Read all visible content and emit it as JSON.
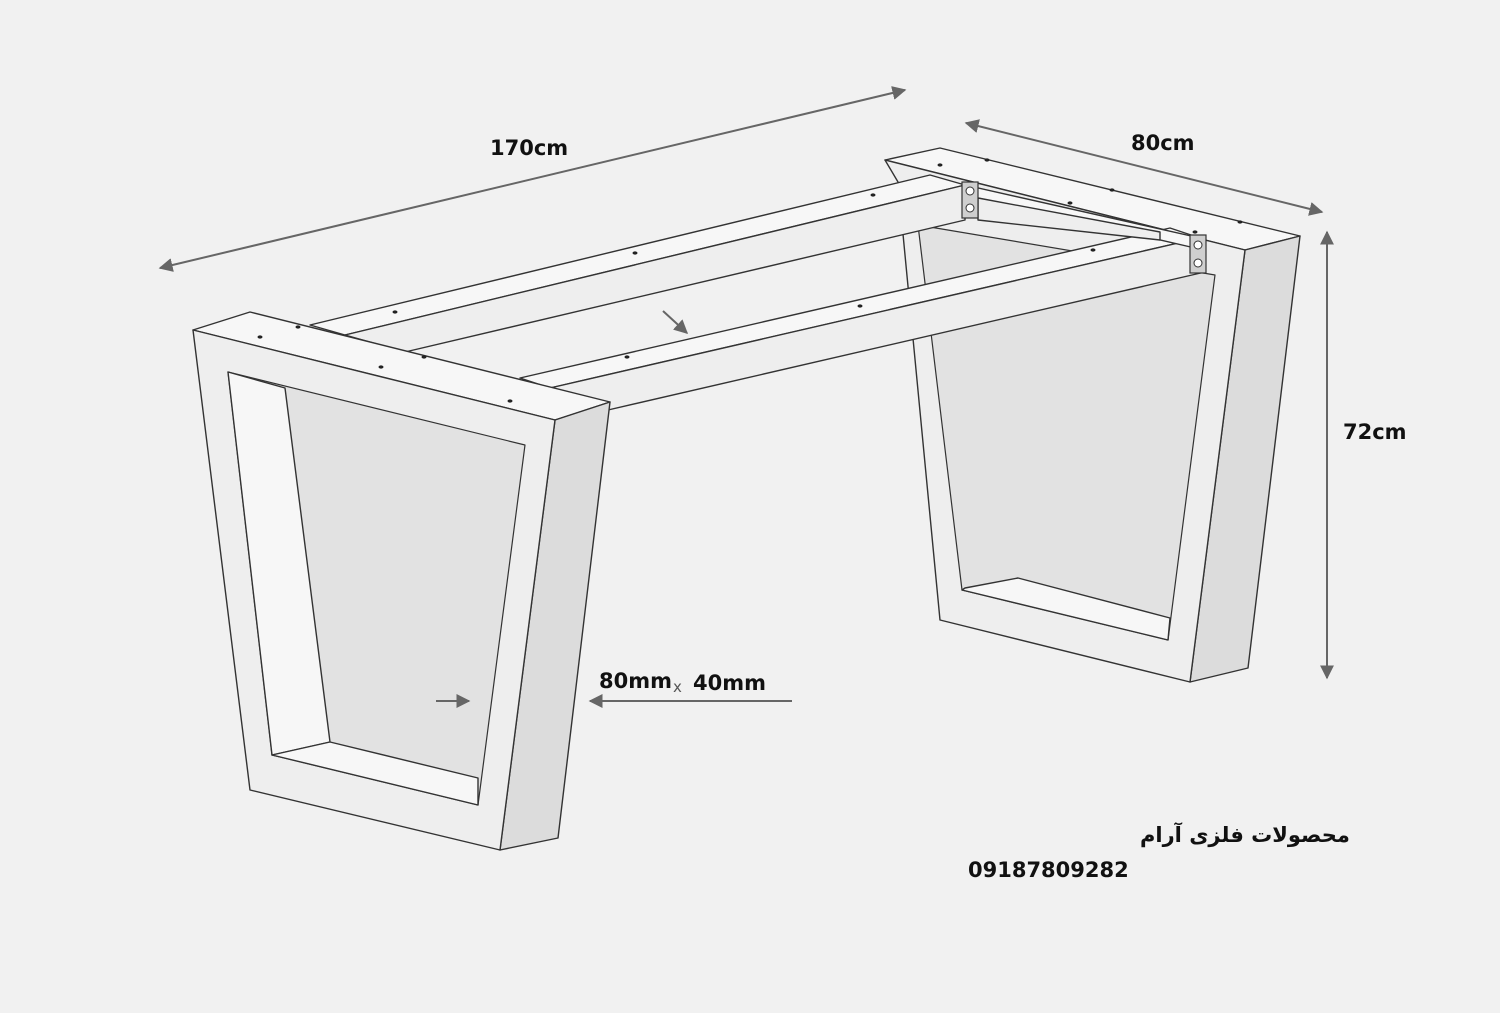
{
  "dimensions": {
    "length": "170cm",
    "width": "80cm",
    "height": "72cm",
    "profile_a": "80mm",
    "profile_sep": "x",
    "profile_b": "40mm"
  },
  "brand": {
    "name": "محصولات فلزی آرام",
    "phone": "09187809282"
  }
}
